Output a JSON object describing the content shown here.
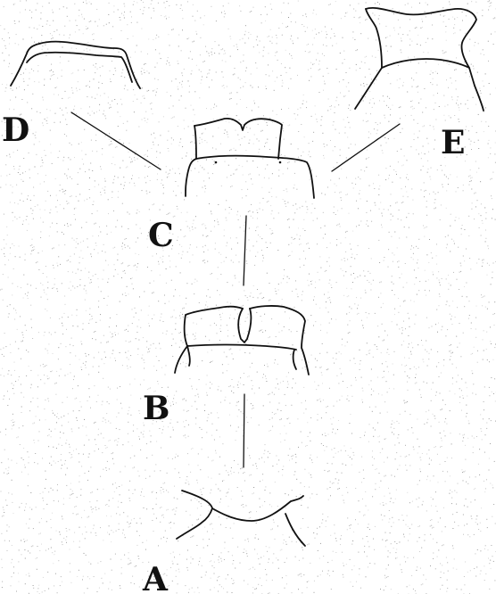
{
  "labels": {
    "a": "A",
    "b": "B",
    "c": "C",
    "d": "D",
    "e": "E"
  },
  "colors": {
    "background": "#ffffff",
    "ink": "#111111",
    "speckle": "#2a2a2a"
  }
}
